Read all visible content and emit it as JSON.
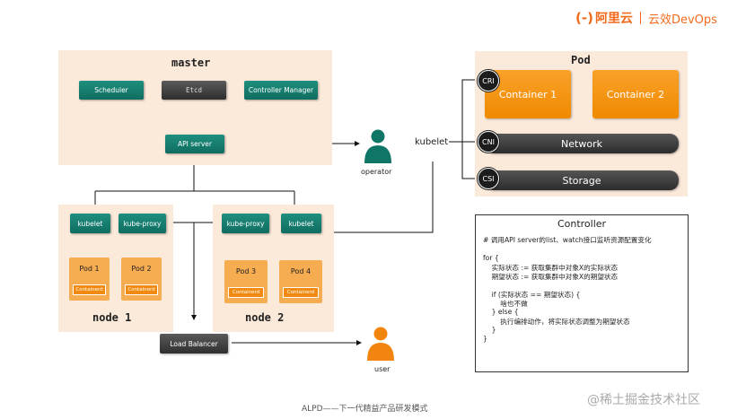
{
  "logo": {
    "brand": "阿里云",
    "product": "云效DevOps"
  },
  "master": {
    "title": "master",
    "scheduler": "Scheduler",
    "etcd": "Etcd",
    "controller_manager": "Controller Manager",
    "api_server": "API server"
  },
  "operator": {
    "label": "operator"
  },
  "user": {
    "label": "user"
  },
  "node1": {
    "title": "node 1",
    "kubelet": "kubelet",
    "kube_proxy": "kube-proxy",
    "pods": [
      {
        "name": "Pod 1",
        "runtime": "Containerd"
      },
      {
        "name": "Pod 2",
        "runtime": "Containerd"
      }
    ]
  },
  "node2": {
    "title": "node 2",
    "kubelet": "kubelet",
    "kube_proxy": "kube-proxy",
    "pods": [
      {
        "name": "Pod 3",
        "runtime": "Containerd"
      },
      {
        "name": "Pod 4",
        "runtime": "Containerd"
      }
    ]
  },
  "load_balancer": "Load Balancer",
  "kubelet_label": "kubelet",
  "pod_panel": {
    "title": "Pod",
    "cri": "CRI",
    "cni": "CNI",
    "csi": "CSI",
    "container1": "Container 1",
    "container2": "Container 2",
    "network": "Network",
    "storage": "Storage"
  },
  "controller": {
    "title": "Controller",
    "lines": [
      "# 调用API server的list、watch接口监听资源配置变化",
      "",
      "for {",
      "    实际状态 := 获取集群中对象X的实际状态",
      "    期望状态 := 获取集群中对象X的期望状态",
      "",
      "    if (实际状态 == 期望状态) {",
      "        啥也不做",
      "    } else {",
      "        执行编排动作，将实际状态调整为期望状态",
      "    }",
      "}"
    ]
  },
  "footer": "ALPD——下一代精益产品研发模式",
  "watermark": "@稀土掘金技术社区",
  "colors": {
    "teal": "#138474",
    "orange": "#f5931f",
    "panel": "#fbe9da",
    "dark": "#333333"
  }
}
